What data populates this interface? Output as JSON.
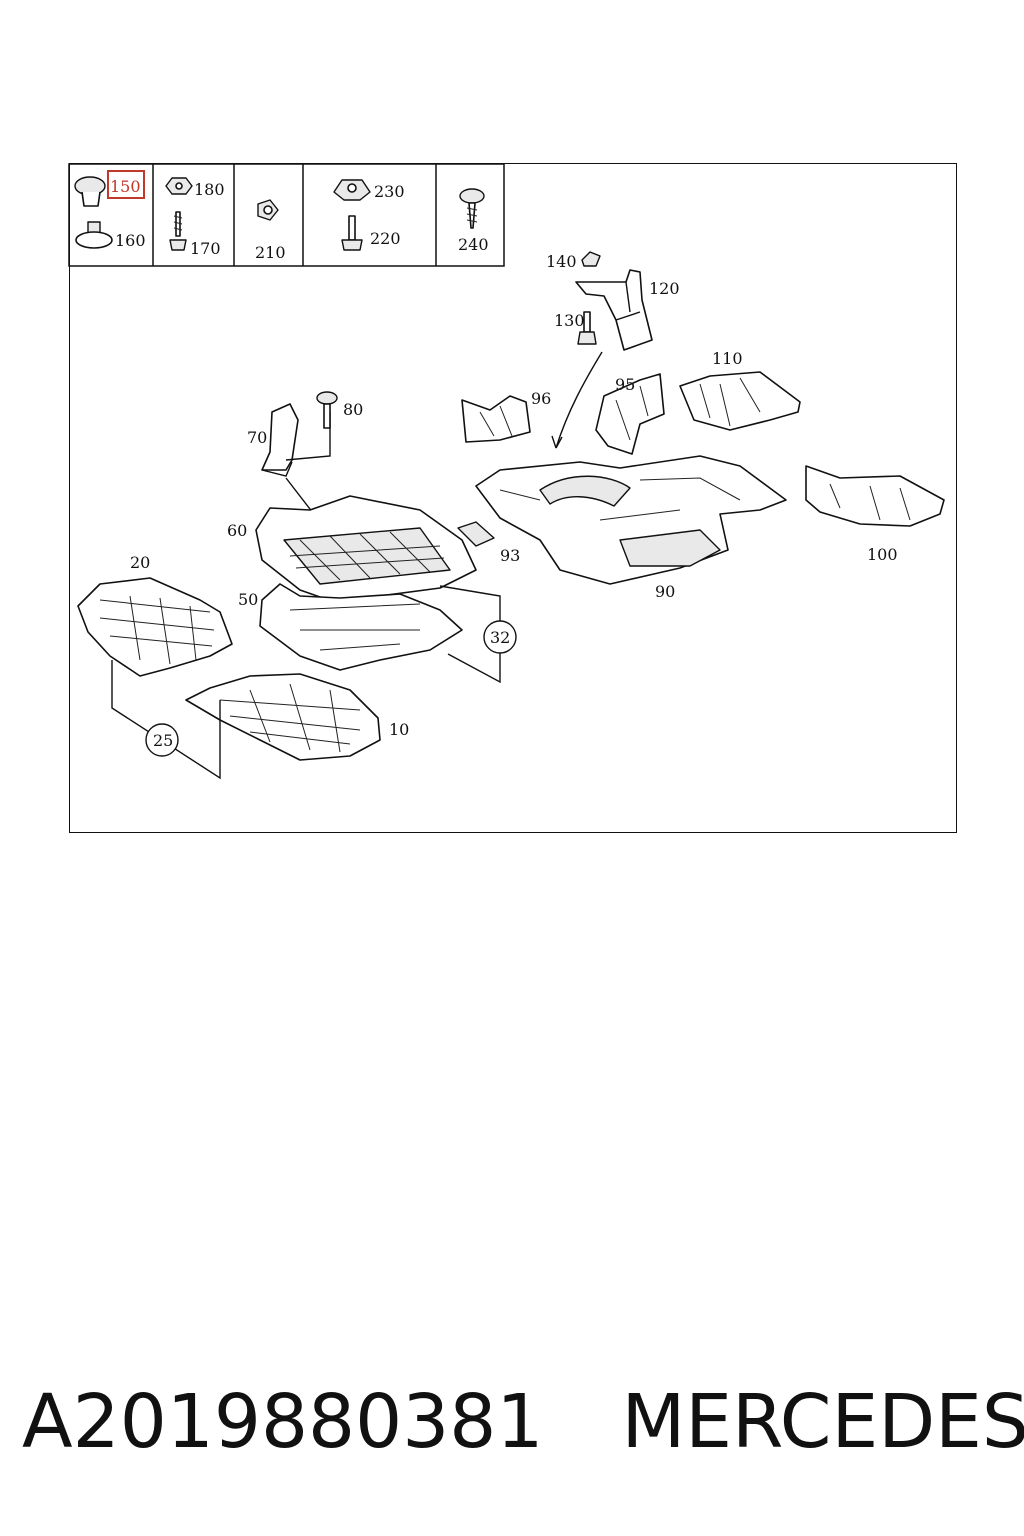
{
  "hardware_labels": [
    "150",
    "160",
    "180",
    "170",
    "210",
    "230",
    "220",
    "240"
  ],
  "highlighted_label": "150",
  "part_labels": {
    "p10": "10",
    "p20": "20",
    "p25": "25",
    "p32": "32",
    "p50": "50",
    "p60": "60",
    "p70": "70",
    "p80": "80",
    "p90": "90",
    "p93": "93",
    "p95": "95",
    "p96": "96",
    "p100": "100",
    "p110": "110",
    "p120": "120",
    "p130": "130",
    "p140": "140"
  },
  "footer": {
    "part_number": "A2019880381",
    "brand": "MERCEDES"
  },
  "colors": {
    "highlight": "#c0392b",
    "line": "#111111"
  }
}
